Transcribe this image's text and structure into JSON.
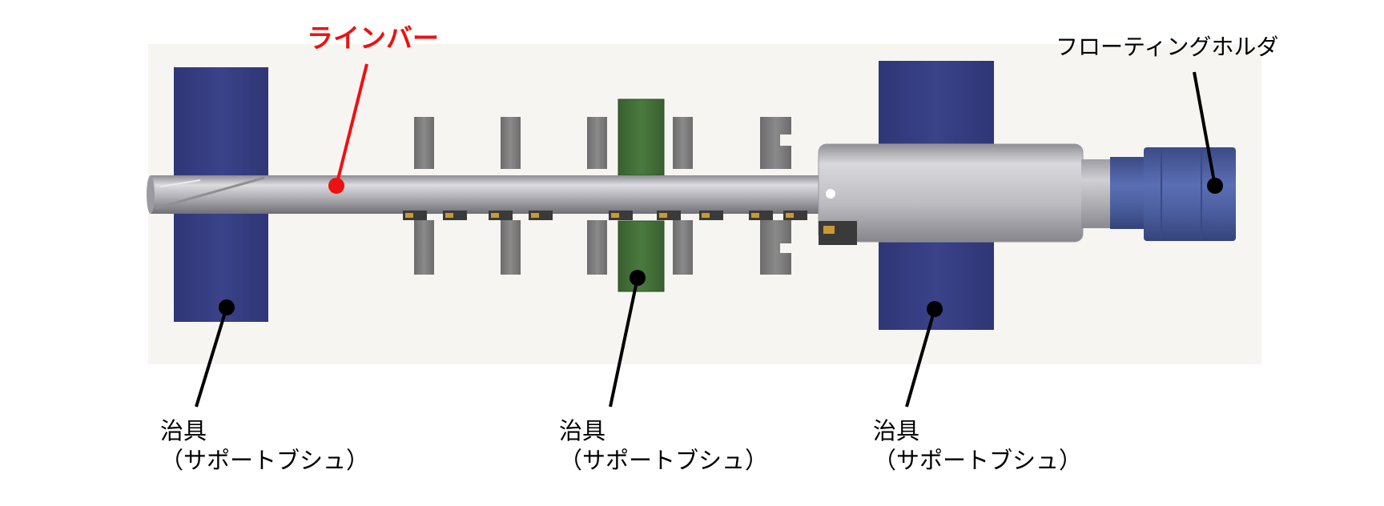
{
  "labels": {
    "line_bar": "ラインバー",
    "floating_holder": "フローティングホルダ",
    "jig_left": {
      "line1": "治具",
      "line2": "（サポートブシュ）"
    },
    "jig_middle": {
      "line1": "治具",
      "line2": "（サポートブシュ）"
    },
    "jig_right": {
      "line1": "治具",
      "line2": "（サポートブシュ）"
    }
  },
  "colors": {
    "line_bar_label": "#ee1111",
    "jig_blue": "#343b82",
    "jig_green": "#3f6b35",
    "workpiece_wall": "#7a7a7a",
    "bar_steel": "#b9b9bd",
    "holder_body": "#bfbfc3",
    "holder_blue": "#4c5fa3",
    "leader_line": "#000000"
  },
  "icons": [
    "marker-dot",
    "cutting-insert"
  ]
}
